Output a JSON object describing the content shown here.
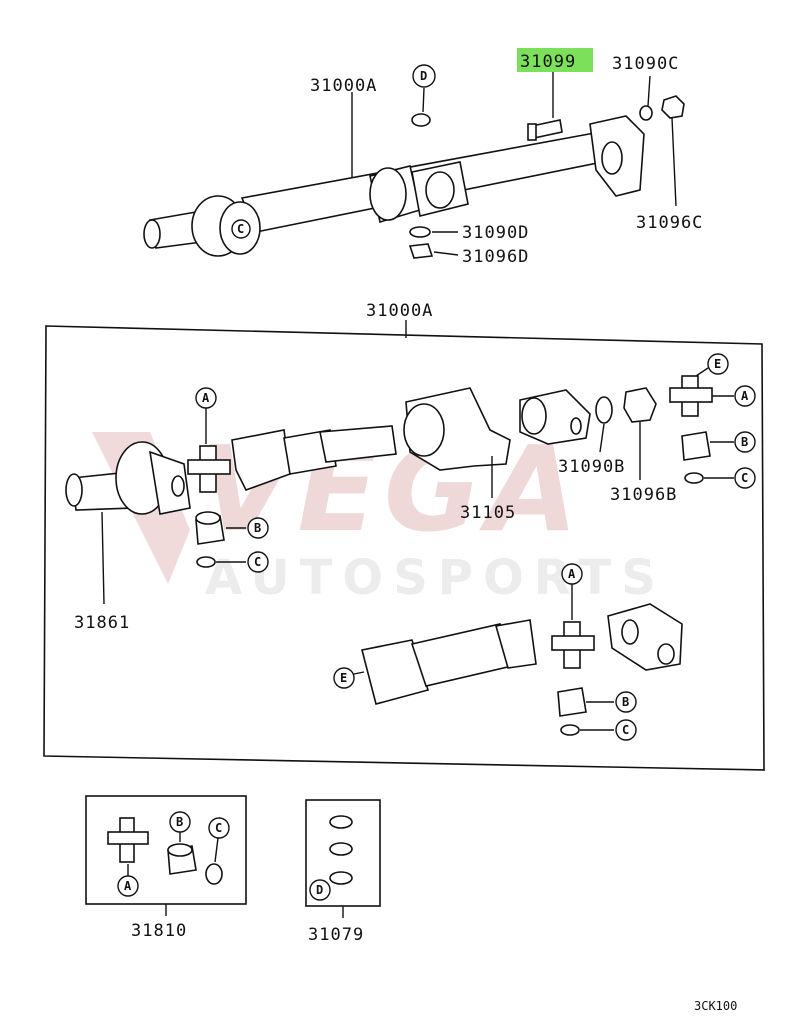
{
  "diagram": {
    "watermark": {
      "line1": "VEGA",
      "line2": "AUTOSPORTS"
    },
    "highlight_color": "#7ce05a",
    "top_assembly_labels": {
      "shaft": "31000A",
      "part_highlighted": "31099",
      "washer_top": "31090C",
      "nut_top": "31096C",
      "washer_mid": "31090D",
      "nut_mid": "31096D"
    },
    "box_label": "31000A",
    "exploded_labels": {
      "flange": "31861",
      "center_bearing": "31105",
      "washer": "31090B",
      "nut": "31096B"
    },
    "kit_labels": {
      "joint_kit": "31810",
      "clip_kit": "31079"
    },
    "callouts": {
      "a": "A",
      "b": "B",
      "c": "C",
      "d": "D",
      "e": "E"
    },
    "page_code": "3CK100"
  }
}
